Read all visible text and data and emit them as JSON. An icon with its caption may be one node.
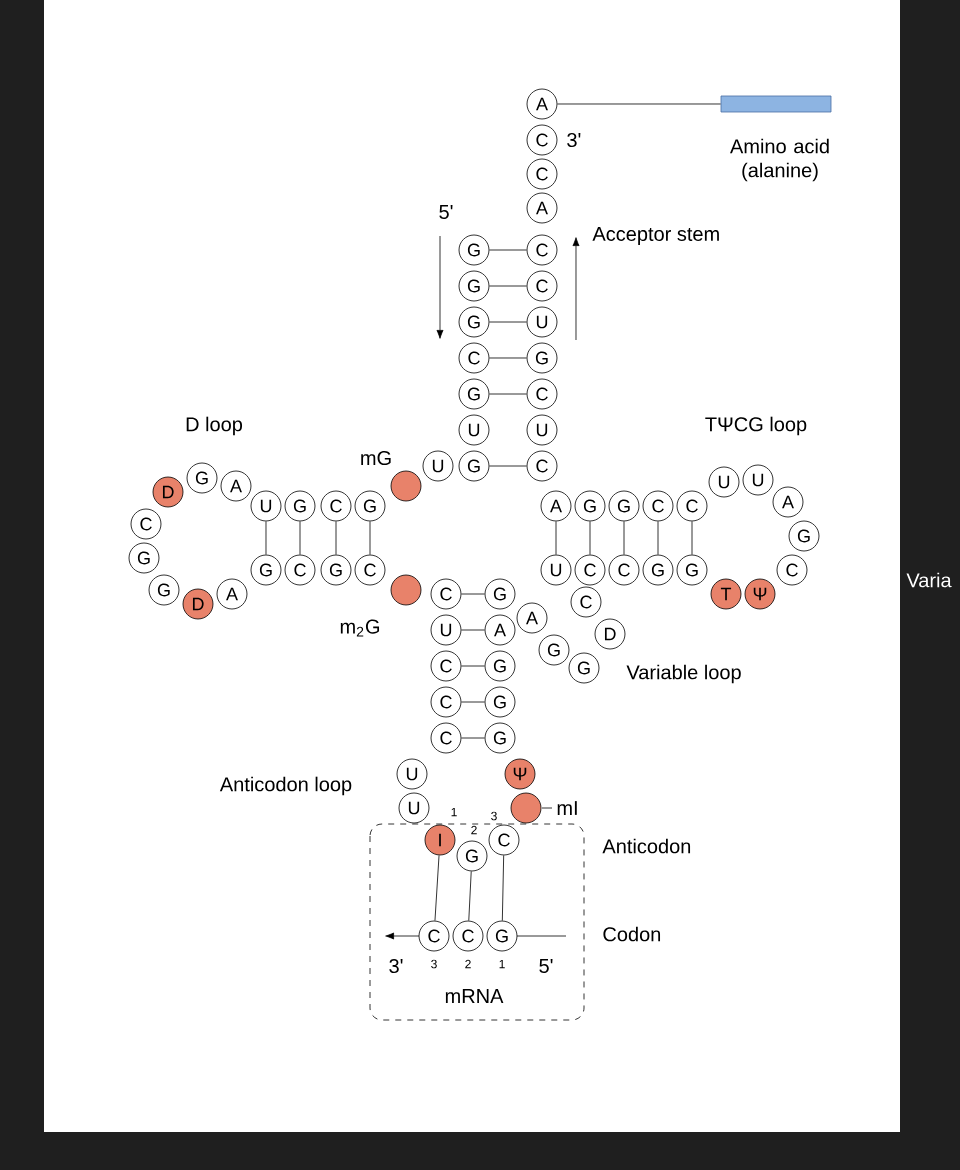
{
  "diagram": {
    "nodes": [
      {
        "text": [
          "A"
        ]
      },
      {
        "text": [
          "C"
        ]
      },
      {
        "text": [
          "C"
        ]
      },
      {
        "text": [
          "A"
        ]
      },
      {
        "text": [
          "G"
        ]
      },
      {
        "text": [
          "C"
        ]
      },
      {
        "text": [
          "G"
        ]
      },
      {
        "text": [
          "C"
        ]
      },
      {
        "text": [
          "G"
        ]
      },
      {
        "text": [
          "U"
        ]
      },
      {
        "text": [
          "C"
        ]
      },
      {
        "text": [
          "G"
        ]
      },
      {
        "text": [
          "G"
        ]
      },
      {
        "text": [
          "C"
        ]
      },
      {
        "text": [
          "U"
        ]
      },
      {
        "text": [
          "U"
        ]
      },
      {
        "text": [
          "U"
        ]
      },
      {
        "text": [
          "G"
        ]
      },
      {
        "text": [
          "C"
        ]
      },
      {
        "text": [],
        "shape": "circle",
        "beside": [
          "mG"
        ]
      },
      {
        "text": [
          "U"
        ]
      },
      {
        "text": [
          "G"
        ]
      },
      {
        "text": [
          "C"
        ]
      },
      {
        "text": [
          "G"
        ]
      },
      {
        "text": [
          "A"
        ]
      },
      {
        "text": [
          "G"
        ]
      },
      {
        "text": [
          "D"
        ]
      },
      {
        "text": [
          "C"
        ]
      },
      {
        "text": [
          "G"
        ]
      },
      {
        "text": [
          "G"
        ]
      },
      {
        "text": [
          "D"
        ]
      },
      {
        "text": [
          "A"
        ]
      },
      {
        "text": [
          "G"
        ]
      },
      {
        "text": [
          "C"
        ]
      },
      {
        "text": [
          "G"
        ]
      },
      {
        "text": [
          "C"
        ]
      },
      {
        "text": [],
        "shape": "circle",
        "beside": [
          "m$_{2}$G"
        ]
      },
      {
        "text": [
          "A"
        ]
      },
      {
        "text": [
          "G"
        ]
      },
      {
        "text": [
          "G"
        ]
      },
      {
        "text": [
          "C"
        ]
      },
      {
        "text": [
          "C"
        ]
      },
      {
        "text": [
          "U"
        ]
      },
      {
        "text": [
          "U"
        ]
      },
      {
        "text": [
          "A"
        ]
      },
      {
        "text": [
          "G"
        ]
      },
      {
        "text": [
          "C"
        ]
      },
      {
        "text": [
          "Ψ"
        ]
      },
      {
        "text": [
          "T"
        ]
      },
      {
        "text": [
          "U"
        ]
      },
      {
        "text": [
          "C"
        ]
      },
      {
        "text": [
          "C"
        ]
      },
      {
        "text": [
          "G"
        ]
      },
      {
        "text": [
          "G"
        ]
      },
      {
        "text": [
          "A"
        ]
      },
      {
        "text": [
          "G"
        ]
      },
      {
        "text": [
          "G"
        ]
      },
      {
        "text": [
          "D"
        ]
      },
      {
        "text": [
          "C"
        ]
      },
      {
        "text": [
          "C"
        ]
      },
      {
        "text": [
          "G"
        ]
      },
      {
        "text": [
          "U"
        ]
      },
      {
        "text": [
          "A"
        ]
      },
      {
        "text": [
          "C"
        ]
      },
      {
        "text": [
          "G"
        ]
      },
      {
        "text": [
          "C"
        ]
      },
      {
        "text": [
          "G"
        ]
      },
      {
        "text": [
          "C"
        ]
      },
      {
        "text": [
          "G"
        ]
      },
      {
        "text": [
          "U"
        ]
      },
      {
        "text": [
          "U"
        ]
      },
      {
        "text": [
          "I"
        ]
      },
      {
        "text": [
          "G"
        ]
      },
      {
        "text": [
          "C"
        ]
      },
      {
        "text": [],
        "shape": "circle",
        "beside": [
          "mI"
        ]
      },
      {
        "text": [
          "Ψ"
        ]
      },
      {
        "text": [
          "C"
        ]
      },
      {
        "text": [
          "C"
        ]
      },
      {
        "text": [
          "G"
        ]
      },
      {
        "text": [],
        "shape": "bar",
        "beside": [
          "Amino acid (alanine)"
        ]
      }
    ],
    "edges": [
      {
        "from": 0,
        "to": 79,
        "arrow": "none"
      },
      {
        "from": 4,
        "to": 5,
        "arrow": "none"
      },
      {
        "from": 6,
        "to": 7,
        "arrow": "none"
      },
      {
        "from": 8,
        "to": 9,
        "arrow": "none"
      },
      {
        "from": 10,
        "to": 11,
        "arrow": "none"
      },
      {
        "from": 12,
        "to": 13,
        "arrow": "none"
      },
      {
        "from": 17,
        "to": 18,
        "arrow": "none"
      },
      {
        "from": 20,
        "to": 32,
        "arrow": "none"
      },
      {
        "from": 21,
        "to": 33,
        "arrow": "none"
      },
      {
        "from": 22,
        "to": 34,
        "arrow": "none"
      },
      {
        "from": 23,
        "to": 35,
        "arrow": "none"
      },
      {
        "from": 37,
        "to": 49,
        "arrow": "none"
      },
      {
        "from": 38,
        "to": 50,
        "arrow": "none"
      },
      {
        "from": 39,
        "to": 51,
        "arrow": "none"
      },
      {
        "from": 40,
        "to": 52,
        "arrow": "none"
      },
      {
        "from": 41,
        "to": 53,
        "arrow": "none"
      },
      {
        "from": 59,
        "to": 60,
        "arrow": "none"
      },
      {
        "from": 61,
        "to": 62,
        "arrow": "none"
      },
      {
        "from": 63,
        "to": 64,
        "arrow": "none"
      },
      {
        "from": 65,
        "to": 66,
        "arrow": "none"
      },
      {
        "from": 67,
        "to": 68,
        "arrow": "none"
      },
      {
        "from": 71,
        "to": 76,
        "arrow": "none"
      },
      {
        "from": 72,
        "to": 77,
        "arrow": "none"
      },
      {
        "from": 73,
        "to": 78,
        "arrow": "none"
      }
    ],
    "labels": [
      "3'",
      "5'",
      "Acceptor stem",
      "D loop",
      "TΨCG loop",
      "Varia",
      "Variable loop",
      "Anticodon loop",
      "1",
      "2",
      "3",
      "Anticodon",
      "Codon",
      "3'",
      "3",
      "2",
      "1",
      "5'",
      "mRNA"
    ]
  }
}
